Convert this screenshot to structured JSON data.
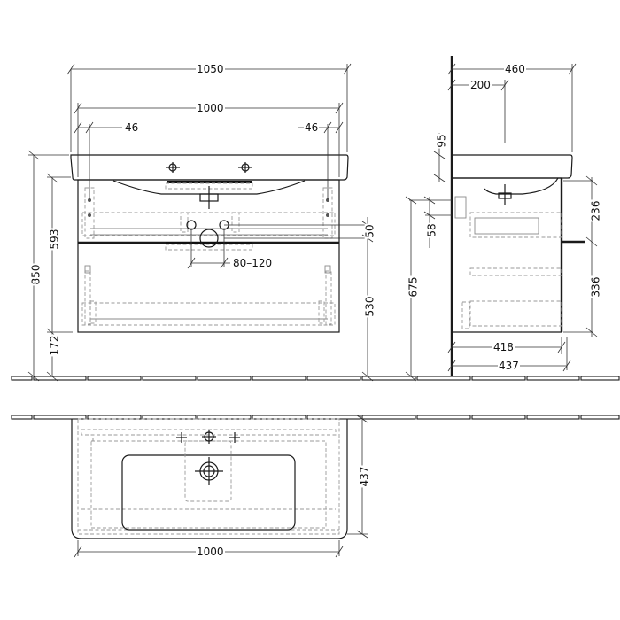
{
  "drawing": {
    "title": "Vanity unit with washbasin - technical dimension drawing",
    "views": [
      "front-elevation",
      "side-elevation",
      "plan-view"
    ],
    "units": "mm"
  },
  "front_view": {
    "dims": {
      "basin_width": "1050",
      "cabinet_width": "1000",
      "left_inset": "46",
      "right_inset": "46",
      "total_height": "850",
      "cabinet_height": "593",
      "floor_clearance": "172",
      "waste_offset": "50",
      "waste_height": "530",
      "trap_spacing": "80–120"
    }
  },
  "side_view": {
    "dims": {
      "basin_depth": "460",
      "tap_offset": "200",
      "basin_thickness": "95",
      "bracket_gap": "58",
      "fixing_height": "675",
      "upper_drawer": "236",
      "lower_drawer": "336",
      "cabinet_depth": "418",
      "overall_depth": "437"
    }
  },
  "plan_view": {
    "dims": {
      "depth": "437",
      "width": "1000"
    }
  }
}
